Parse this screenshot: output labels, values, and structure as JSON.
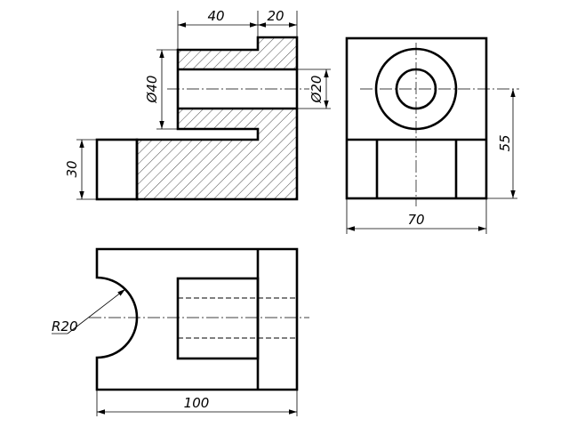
{
  "drawing": {
    "front_view": {
      "dim_width_left": "40",
      "dim_width_right": "20",
      "dim_hole_outer": "Ø40",
      "dim_hole_inner": "Ø20",
      "dim_base_height": "30"
    },
    "side_view": {
      "dim_height": "55",
      "dim_width": "70"
    },
    "top_view": {
      "dim_radius": "R20",
      "dim_length": "100"
    }
  }
}
